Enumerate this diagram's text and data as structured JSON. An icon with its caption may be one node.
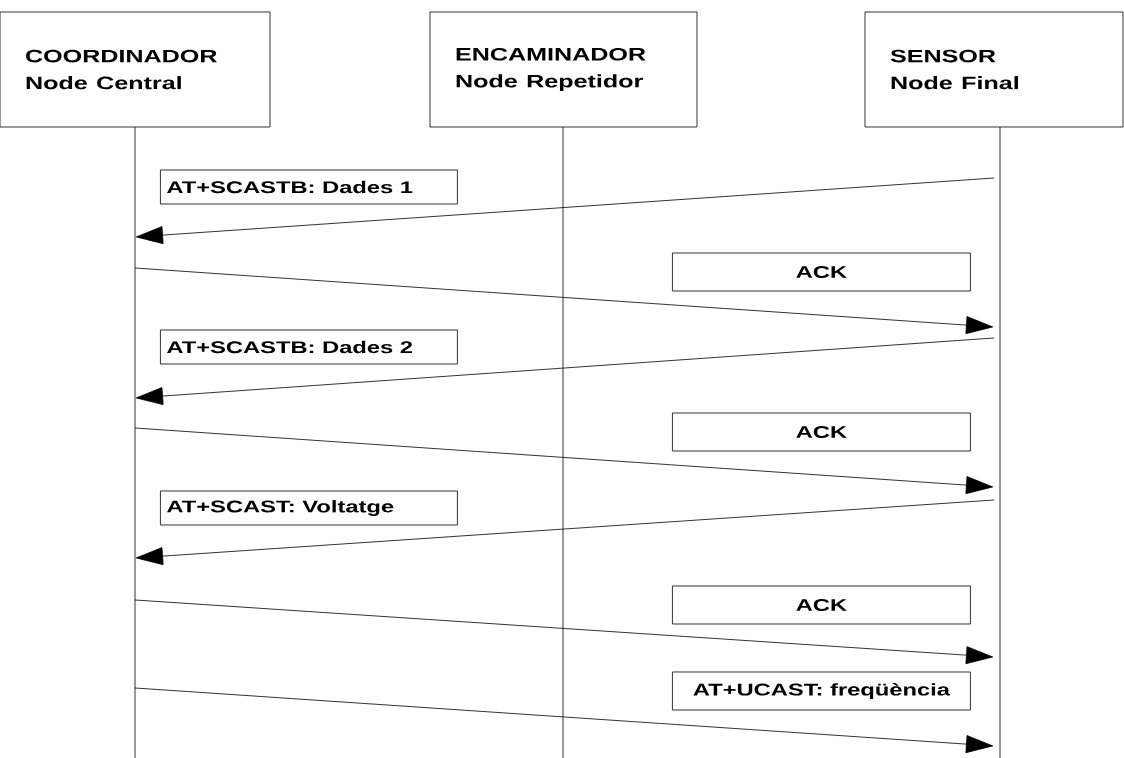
{
  "diagram": {
    "nodes": [
      {
        "text": [
          "COORDINADOR",
          "Node Central"
        ]
      },
      {
        "text": [
          "ENCAMINADOR",
          "Node Repetidor"
        ]
      },
      {
        "text": [
          "SENSOR",
          "Node Final"
        ]
      }
    ],
    "edges": [
      {
        "from": 2,
        "to": 0,
        "arrow": "to",
        "label": "AT+SCASTB: Dades 1"
      },
      {
        "from": 0,
        "to": 2,
        "arrow": "to",
        "label": "ACK"
      },
      {
        "from": 2,
        "to": 0,
        "arrow": "to",
        "label": "AT+SCASTB: Dades 2"
      },
      {
        "from": 0,
        "to": 2,
        "arrow": "to",
        "label": "ACK"
      },
      {
        "from": 2,
        "to": 0,
        "arrow": "to",
        "label": "AT+SCAST: Voltatge"
      },
      {
        "from": 0,
        "to": 2,
        "arrow": "to",
        "label": "ACK"
      },
      {
        "from": 0,
        "to": 2,
        "arrow": "to",
        "label": "AT+UCAST: freqüència"
      }
    ]
  }
}
